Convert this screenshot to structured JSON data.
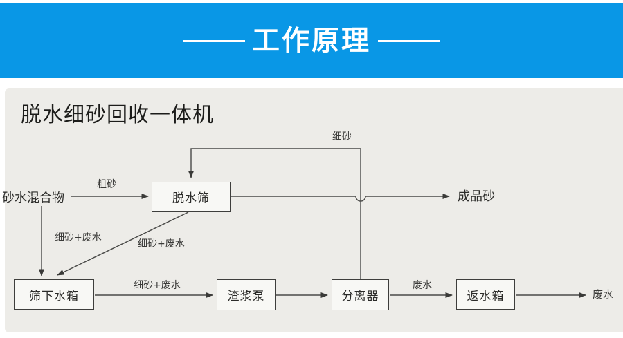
{
  "banner": {
    "title": "工作原理"
  },
  "panel": {
    "title": "脱水细砂回收一体机"
  },
  "diagram": {
    "nodes": [
      {
        "id": "dewatering-screen",
        "label": "脱水筛"
      },
      {
        "id": "under-screen-tank",
        "label": "筛下水箱"
      },
      {
        "id": "slurry-pump",
        "label": "渣浆泵"
      },
      {
        "id": "separator",
        "label": "分离器"
      },
      {
        "id": "return-tank",
        "label": "返水箱"
      }
    ],
    "labels": [
      {
        "id": "sand-water-mix",
        "text": "砂水混合物"
      },
      {
        "id": "coarse-sand",
        "text": "粗砂"
      },
      {
        "id": "fine-sand-top",
        "text": "细砂"
      },
      {
        "id": "finished-sand",
        "text": "成品砂"
      },
      {
        "id": "fsw-left",
        "text": "细砂+废水"
      },
      {
        "id": "fsw-diag",
        "text": "细砂+废水"
      },
      {
        "id": "fsw-bottom",
        "text": "细砂+废水"
      },
      {
        "id": "waste-mid",
        "text": "废水"
      },
      {
        "id": "waste-out",
        "text": "废水"
      }
    ],
    "flows": [
      "砂水混合物 → 脱水筛 (粗砂)",
      "砂水混合物 → 筛下水箱 (细砂+废水)",
      "脱水筛 → 筛下水箱 (细砂+废水)",
      "脱水筛 → 成品砂",
      "筛下水箱 → 渣浆泵 (细砂+废水)",
      "渣浆泵 → 分离器",
      "分离器 → 脱水筛 (细砂)",
      "分离器 → 返水箱 (废水)",
      "返水箱 → 废水"
    ],
    "colors": {
      "accent_blue": "#0997e6",
      "panel_background": "#edece8",
      "line": "#3e3e3c",
      "node_fill": "#f8f8f5"
    }
  }
}
